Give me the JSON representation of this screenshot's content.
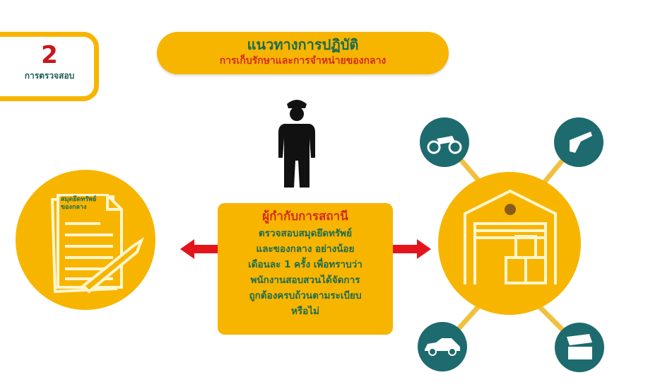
{
  "badge": {
    "number": "2",
    "label": "การตรวจสอบ"
  },
  "title": {
    "main": "แนวทางการปฏิบัติ",
    "sub": "การเก็บรักษาและการจำหน่ายของกลาง"
  },
  "center_box": {
    "heading": "ผู้กำกับการสถานี",
    "body": "ตรวจสอบสมุดยึดทรัพย์\nและของกลาง อย่างน้อย\nเดือนละ 1 ครั้ง เพื่อทราบว่า\nพนักงานสอบสวนได้จัดการ\nถูกต้องครบถ้วนตามระเบียบ\nหรือไม่"
  },
  "document": {
    "label": "สมุดยึดทรัพย์ ของกลาง"
  },
  "colors": {
    "yellow": "#f7b500",
    "teal": "#1d6b6e",
    "red": "#e3141b",
    "green": "#1e6b4f"
  }
}
